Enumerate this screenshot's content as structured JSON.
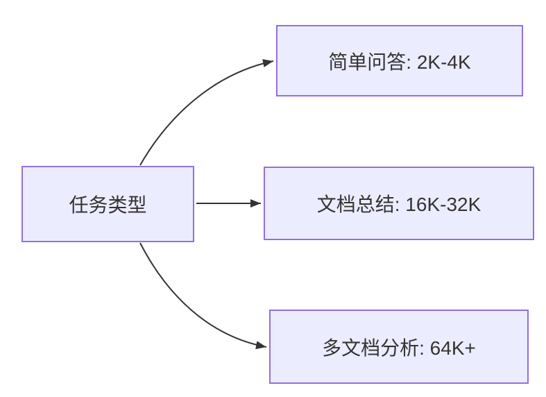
{
  "colors": {
    "node_fill": "#ECECFF",
    "node_border": "#9370DB",
    "edge": "#333333",
    "text": "#333333",
    "background": "#ffffff"
  },
  "diagram": {
    "type": "flowchart",
    "direction": "left-to-right",
    "root": {
      "label": "任务类型"
    },
    "branches": [
      {
        "label": "简单问答: 2K-4K"
      },
      {
        "label": "文档总结: 16K-32K"
      },
      {
        "label": "多文档分析: 64K+"
      }
    ],
    "edges": [
      {
        "from": "任务类型",
        "to": "简单问答: 2K-4K"
      },
      {
        "from": "任务类型",
        "to": "文档总结: 16K-32K"
      },
      {
        "from": "任务类型",
        "to": "多文档分析: 64K+"
      }
    ]
  }
}
